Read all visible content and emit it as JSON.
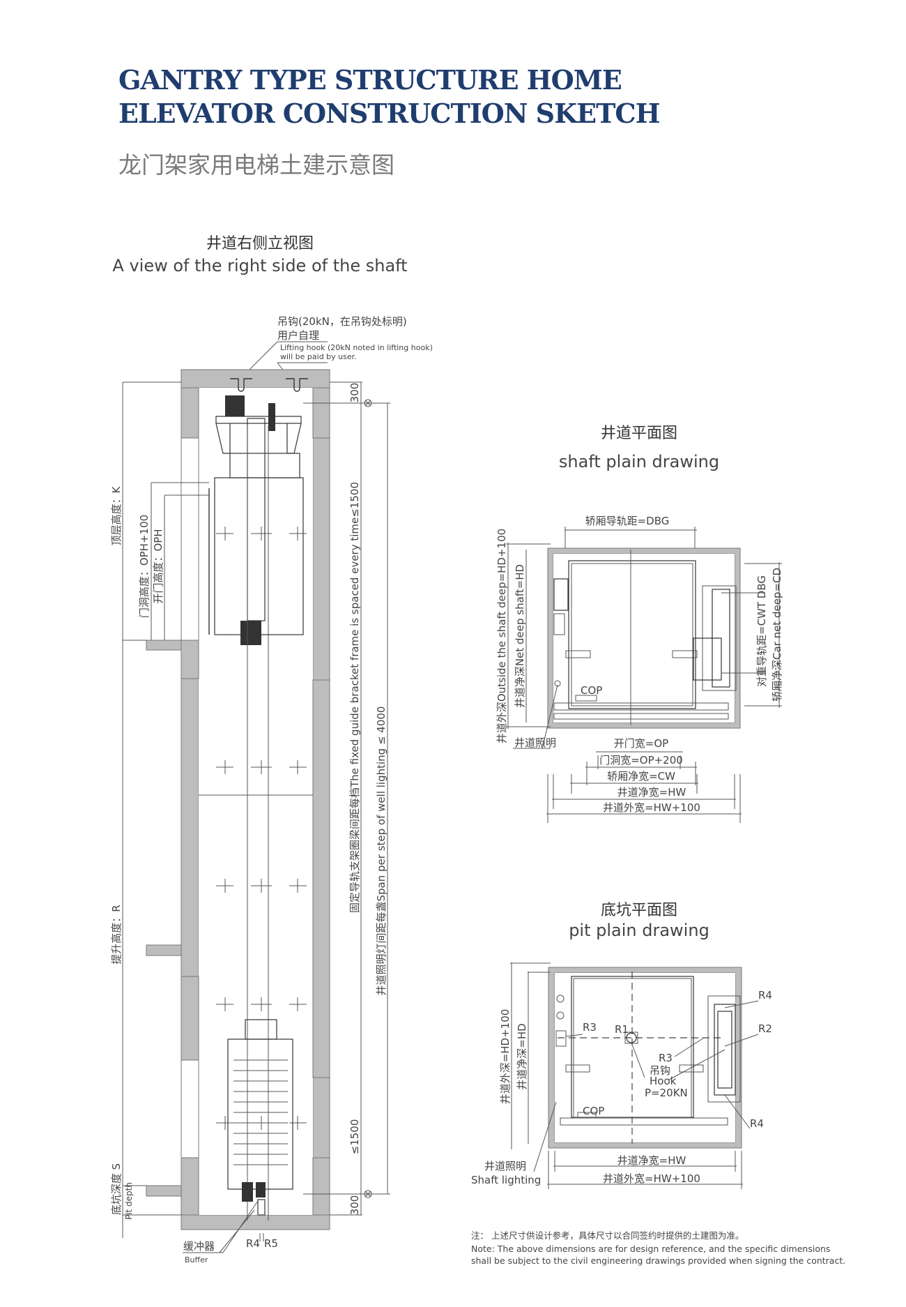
{
  "header": {
    "title_line1": "GANTRY TYPE STRUCTURE HOME",
    "title_line2": "ELEVATOR CONSTRUCTION SKETCH",
    "subtitle_cn": "龙门架家用电梯土建示意图",
    "title_color": "#1f3d6e"
  },
  "side_view": {
    "title_cn": "井道右侧立视图",
    "title_en": "A view of the right side of the shaft",
    "hook_note_cn1": "吊钩(20kN，在吊钩处标明)",
    "hook_note_cn2": "用户自理",
    "hook_note_en1": "Lifting hook (20kN noted in lifting hook)",
    "hook_note_en2": "will be paid by user.",
    "top_height": "顶层高度：K",
    "door_hole_height": "门洞高度：OPH+100",
    "door_open_height": "开门高度：OPH",
    "travel_height": "提升高度：R",
    "pit_depth_cn": "底坑深度 S",
    "pit_depth_en": "Pit depth",
    "dim_300_top": "300",
    "dim_300_bottom": "300",
    "dim_1500": "≤1500",
    "bracket_note": "固定导轨支架圈梁间距每档The fixed guide bracket frame is spaced every time≤1500",
    "lighting_note": "井道照明灯间距每盏Span per step of well lighting ≤ 4000",
    "buffer_cn": "缓冲器",
    "buffer_en": "Buffer",
    "r4": "R4",
    "r5": "R5"
  },
  "shaft_plan": {
    "title_cn": "井道平面图",
    "title_en": "shaft plain drawing",
    "dbg": "轿厢导轨距=DBG",
    "outside_deep": "井道外深Outside the shaft deep=HD+100",
    "net_deep": "井道净深Net deep shaft=HD",
    "cwt_dbg": "对重导轨距=CWT DBG",
    "car_net_deep": "轿厢净深Car net deep=CD",
    "cop": "COP",
    "shaft_lighting": "井道照明",
    "op": "开门宽=OP",
    "op200": "门洞宽=OP+200",
    "cw": "轿厢净宽=CW",
    "hw": "井道净宽=HW",
    "hw100": "井道外宽=HW+100"
  },
  "pit_plan": {
    "title_cn": "底坑平面图",
    "title_en": "pit plain drawing",
    "outside_deep": "井道外深=HD+100",
    "net_deep": "井道净深=HD",
    "r1": "R1",
    "r2": "R2",
    "r3a": "R3",
    "r3b": "R3",
    "r4a": "R4",
    "r4b": "R4",
    "hook_cn": "吊钩",
    "hook_en": "Hook",
    "load": "P=20KN",
    "cop": "COP",
    "lighting_cn": "井道照明",
    "lighting_en": "Shaft lighting",
    "hw": "井道净宽=HW",
    "hw100": "井道外宽=HW+100"
  },
  "note": {
    "cn": "注：  上述尺寸供设计参考，具体尺寸以合同签约时提供的土建图为准。",
    "en1": "Note:  The above dimensions are for design reference, and the specific dimensions",
    "en2": "shall be subject to the civil engineering drawings provided when signing the contract."
  }
}
